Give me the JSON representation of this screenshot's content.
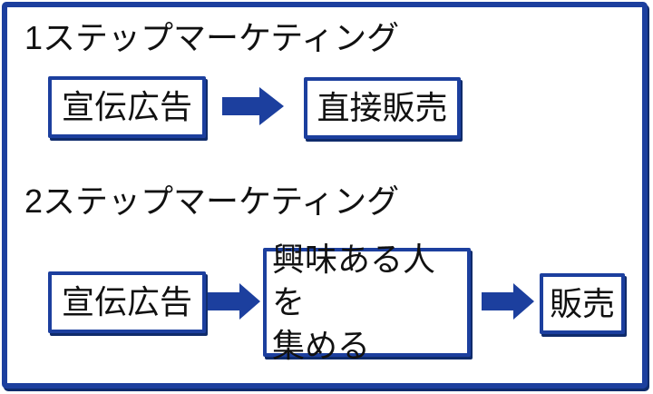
{
  "colors": {
    "accent_blue": "#1c3f9e",
    "shadow_navy": "#0f2b6b",
    "text": "#111111",
    "background": "#ffffff"
  },
  "icons": {
    "arrow": "right-block-arrow-icon"
  },
  "diagram": {
    "one_step": {
      "title": "1ステップマーケティング",
      "steps": [
        {
          "label": "宣伝広告"
        },
        {
          "label": "直接販売"
        }
      ]
    },
    "two_step": {
      "title": "2ステップマーケティング",
      "steps": [
        {
          "label": "宣伝広告"
        },
        {
          "label": "興味ある人を\n集める"
        },
        {
          "label": "販売"
        }
      ]
    }
  }
}
